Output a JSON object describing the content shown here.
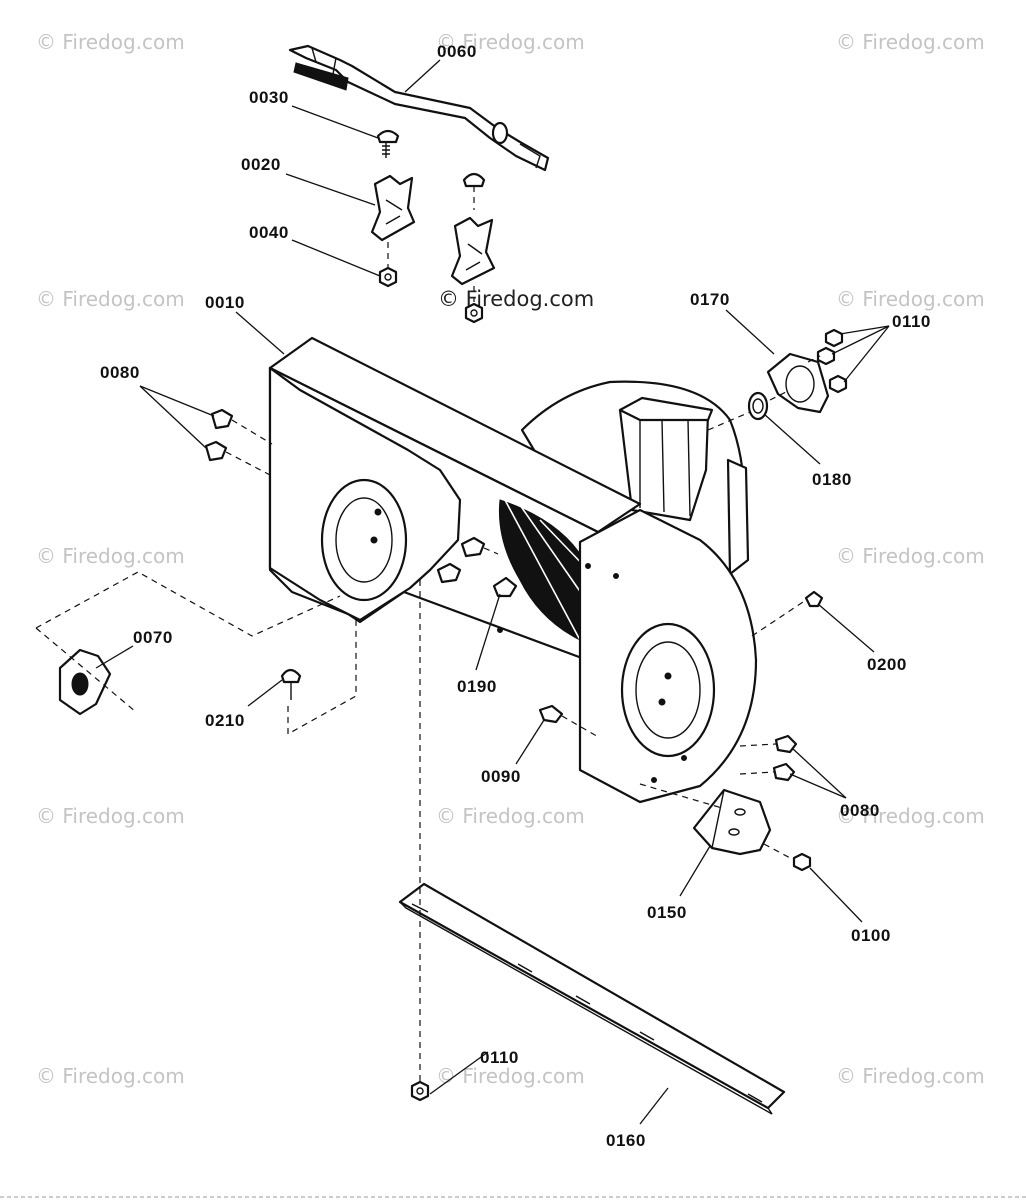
{
  "watermarks": [
    "© Firedog.com",
    "© Firedog.com",
    "© Firedog.com",
    "© Firedog.com",
    "© Firedog.com",
    "© Firedog.com",
    "© Firedog.com",
    "© Firedog.com",
    "© Firedog.com",
    "© Firedog.com",
    "© Firedog.com",
    "© Firedog.com",
    "© Firedog.com"
  ],
  "center_watermark": "© Firedog.com",
  "labels": {
    "p0010": "0010",
    "p0020": "0020",
    "p0030": "0030",
    "p0040": "0040",
    "p0060": "0060",
    "p0070": "0070",
    "p0080_left": "0080",
    "p0080_right": "0080",
    "p0090": "0090",
    "p0100": "0100",
    "p0110_top": "0110",
    "p0110_bottom": "0110",
    "p0150": "0150",
    "p0160": "0160",
    "p0170": "0170",
    "p0180": "0180",
    "p0190": "0190",
    "p0200": "0200",
    "p0210": "0210"
  }
}
